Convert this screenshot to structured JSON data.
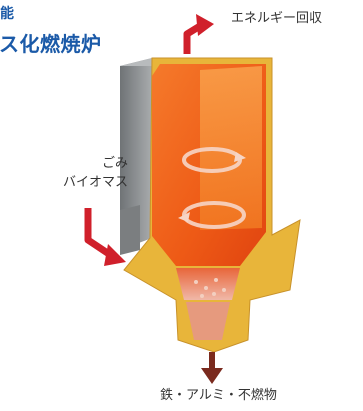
{
  "title_top": "能",
  "title_main": "ス化燃焼炉",
  "labels": {
    "energy_recovery": "エネルギー回収",
    "waste_line1": "ごみ",
    "waste_line2": "バイオマス",
    "metal_output": "鉄・アルミ・不燃物"
  },
  "colors": {
    "title_blue": "#1b5aa8",
    "arrow_red": "#d0202b",
    "arrow_dark_red": "#7a2a1e",
    "flame_orange": "#f26a1a",
    "shell_yellow": "#e8b53a",
    "wall_gray": "#8c8f92"
  }
}
